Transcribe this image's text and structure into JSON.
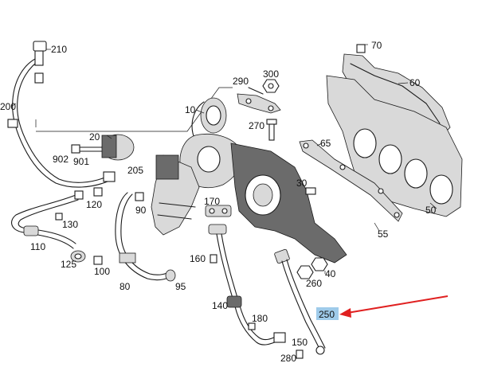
{
  "callouts": [
    {
      "id": "c210",
      "text": "210"
    },
    {
      "id": "c200",
      "text": "200"
    },
    {
      "id": "c70",
      "text": "70"
    },
    {
      "id": "c60",
      "text": "60"
    },
    {
      "id": "c290",
      "text": "290"
    },
    {
      "id": "c300",
      "text": "300"
    },
    {
      "id": "c10",
      "text": "10"
    },
    {
      "id": "c270",
      "text": "270"
    },
    {
      "id": "c20",
      "text": "20"
    },
    {
      "id": "c902",
      "text": "902"
    },
    {
      "id": "c901",
      "text": "901"
    },
    {
      "id": "c205",
      "text": "205"
    },
    {
      "id": "c65",
      "text": "65"
    },
    {
      "id": "c30",
      "text": "30"
    },
    {
      "id": "c120",
      "text": "120"
    },
    {
      "id": "c90",
      "text": "90"
    },
    {
      "id": "c170",
      "text": "170"
    },
    {
      "id": "c50",
      "text": "50"
    },
    {
      "id": "c130",
      "text": "130"
    },
    {
      "id": "c110",
      "text": "110"
    },
    {
      "id": "c55",
      "text": "55"
    },
    {
      "id": "c125",
      "text": "125"
    },
    {
      "id": "c100",
      "text": "100"
    },
    {
      "id": "c160",
      "text": "160"
    },
    {
      "id": "c40",
      "text": "40"
    },
    {
      "id": "c80",
      "text": "80"
    },
    {
      "id": "c95",
      "text": "95"
    },
    {
      "id": "c260",
      "text": "260"
    },
    {
      "id": "c140",
      "text": "140"
    },
    {
      "id": "c250",
      "text": "250"
    },
    {
      "id": "c180",
      "text": "180"
    },
    {
      "id": "c150",
      "text": "150"
    },
    {
      "id": "c280",
      "text": "280"
    }
  ],
  "highlight": {
    "callout": "250",
    "color": "#9fcbea",
    "arrow_color": "#e02020"
  }
}
